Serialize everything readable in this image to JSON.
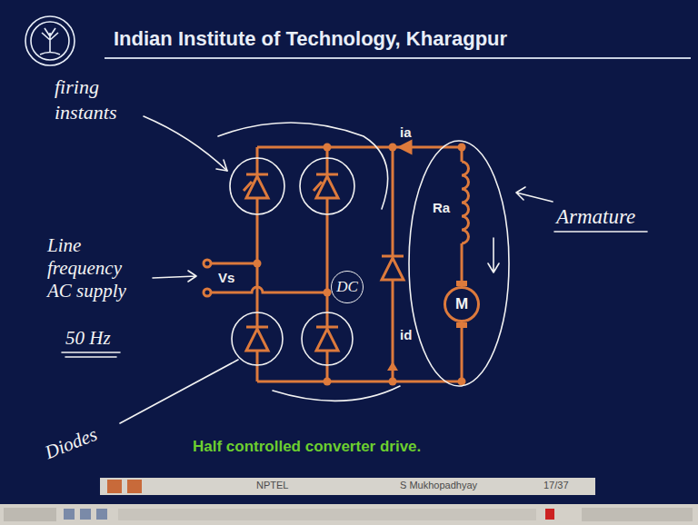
{
  "diagram": {
    "title": "Indian Institute of Technology, Kharagpur",
    "caption": "Half controlled converter drive.",
    "nodes": [
      {
        "text": [
          "M"
        ]
      },
      {
        "text": [
          "DC"
        ]
      }
    ],
    "labels": [
      "ia",
      "Ra",
      "Vs",
      "id",
      "firing instants",
      "Line frequency AC supply",
      "50 Hz",
      "Armature",
      "Diodes",
      "NPTEL",
      "S Mukhopadhyay",
      "17/37"
    ]
  }
}
